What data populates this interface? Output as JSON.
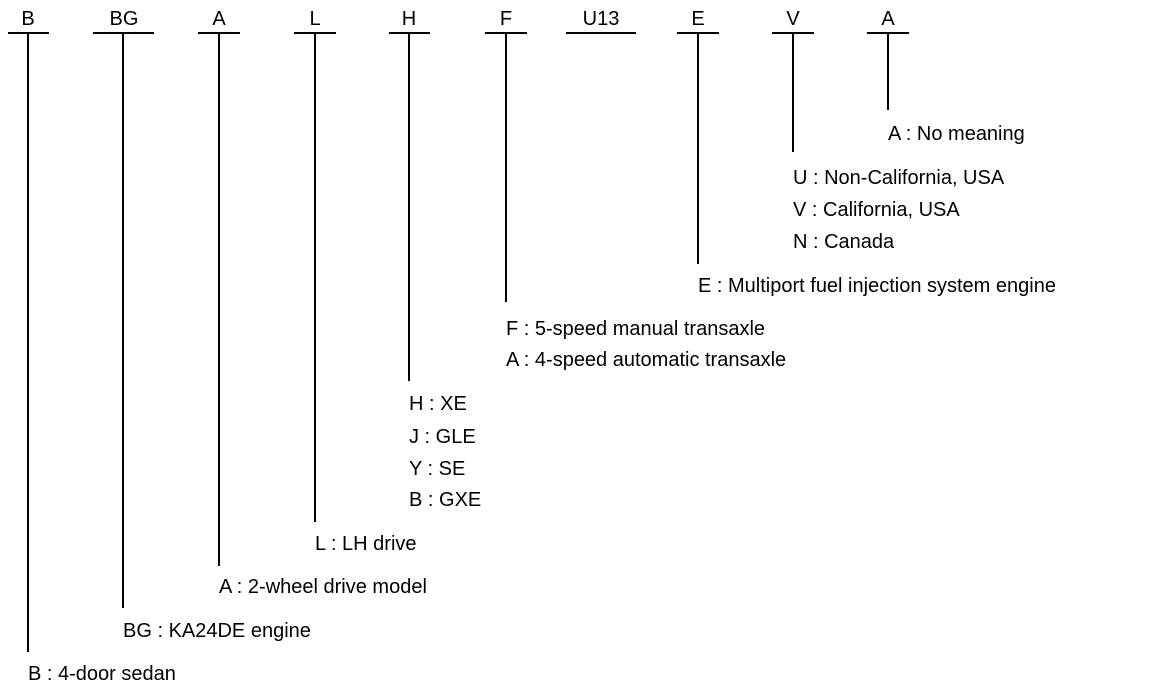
{
  "codes": [
    {
      "code": "B",
      "descriptions": [
        "B : 4-door sedan"
      ]
    },
    {
      "code": "BG",
      "descriptions": [
        "BG : KA24DE engine"
      ]
    },
    {
      "code": "A",
      "descriptions": [
        "A : 2-wheel drive model"
      ]
    },
    {
      "code": "L",
      "descriptions": [
        "L : LH drive"
      ]
    },
    {
      "code": "H",
      "descriptions": [
        "H : XE",
        "J : GLE",
        "Y : SE",
        "B : GXE"
      ]
    },
    {
      "code": "F",
      "descriptions": [
        "F : 5-speed manual transaxle",
        "A : 4-speed automatic transaxle"
      ]
    },
    {
      "code": "U13",
      "descriptions": []
    },
    {
      "code": "E",
      "descriptions": [
        "E : Multiport fuel injection system engine"
      ]
    },
    {
      "code": "V",
      "descriptions": [
        "U : Non-California, USA",
        "V : California, USA",
        "N : Canada"
      ]
    },
    {
      "code": "A",
      "descriptions": [
        "A : No meaning"
      ]
    }
  ]
}
